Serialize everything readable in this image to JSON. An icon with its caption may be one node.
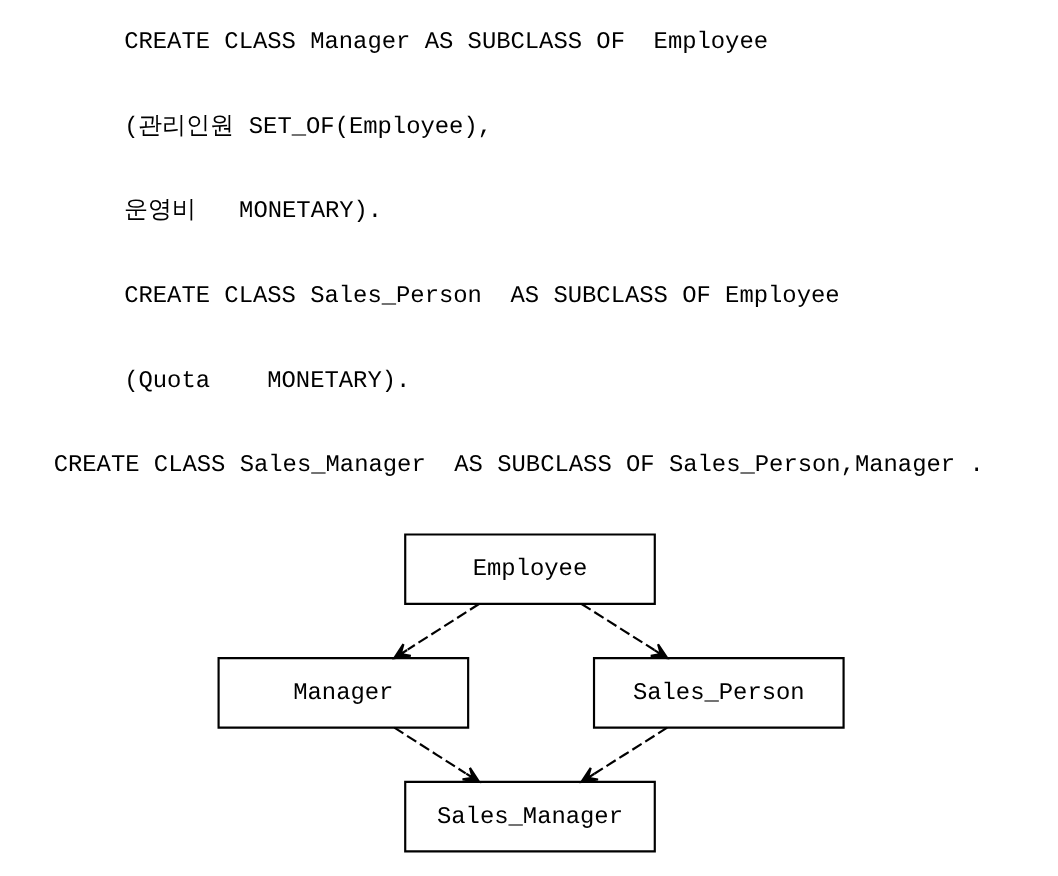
{
  "diagram": {
    "nodes": [
      {
        "text": [
          "Employee"
        ]
      },
      {
        "text": [
          "Manager"
        ]
      },
      {
        "text": [
          "Sales_Person"
        ]
      },
      {
        "text": [
          "Sales_Manager"
        ]
      }
    ],
    "edges": [
      {
        "from": 0,
        "to": 1,
        "arrow": "to",
        "style": "dashed"
      },
      {
        "from": 0,
        "to": 2,
        "arrow": "to",
        "style": "dashed"
      },
      {
        "from": 1,
        "to": 3,
        "arrow": "to",
        "style": "dashed"
      },
      {
        "from": 2,
        "to": 3,
        "arrow": "to",
        "style": "dashed"
      }
    ],
    "labels": [
      "CREATE CLASS Manager AS SUBCLASS OF  Employee",
      "(관리인원 SET_OF(Employee),",
      "운영비   MONETARY).",
      "CREATE CLASS Sales_Person  AS SUBCLASS OF Employee",
      "(Quota    MONETARY).",
      "CREATE CLASS Sales_Manager  AS SUBCLASS OF Sales_Person,Manager ."
    ]
  }
}
